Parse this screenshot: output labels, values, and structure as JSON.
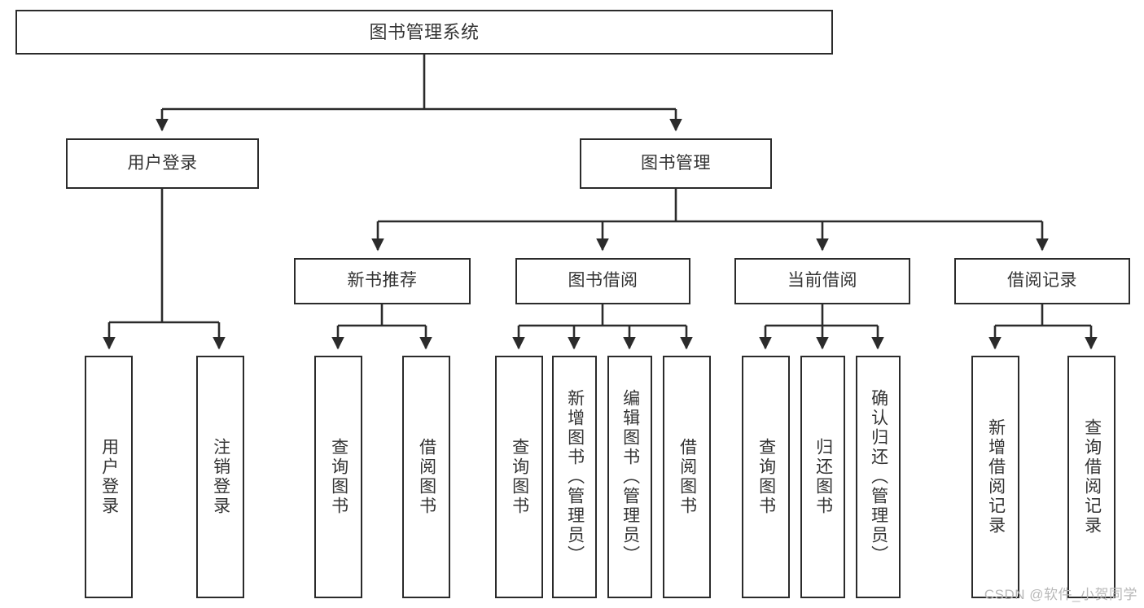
{
  "diagram": {
    "title": "图书管理系统",
    "watermark": "CSDN @软件_小贺同学",
    "nodes": {
      "root": {
        "label": "图书管理系统"
      },
      "level2": [
        {
          "id": "user-login",
          "label": "用户登录"
        },
        {
          "id": "book-manage",
          "label": "图书管理"
        }
      ],
      "level3": [
        {
          "id": "new-book-recommend",
          "label": "新书推荐"
        },
        {
          "id": "book-borrow",
          "label": "图书借阅"
        },
        {
          "id": "current-borrow",
          "label": "当前借阅"
        },
        {
          "id": "borrow-record",
          "label": "借阅记录"
        }
      ],
      "leaves": {
        "user_login": [
          {
            "id": "leaf-user-login",
            "label": "用户登录"
          },
          {
            "id": "leaf-logout",
            "label": "注销登录"
          }
        ],
        "new_book_recommend": [
          {
            "id": "leaf-query-book-1",
            "label": "查询图书"
          },
          {
            "id": "leaf-borrow-book-1",
            "label": "借阅图书"
          }
        ],
        "book_borrow": [
          {
            "id": "leaf-query-book-2",
            "label": "查询图书"
          },
          {
            "id": "leaf-add-book",
            "label": "新增图书（管理员）"
          },
          {
            "id": "leaf-edit-book",
            "label": "编辑图书（管理员）"
          },
          {
            "id": "leaf-borrow-book-2",
            "label": "借阅图书"
          }
        ],
        "current_borrow": [
          {
            "id": "leaf-query-book-3",
            "label": "查询图书"
          },
          {
            "id": "leaf-return-book",
            "label": "归还图书"
          },
          {
            "id": "leaf-confirm-return",
            "label": "确认归还（管理员）"
          }
        ],
        "borrow_record": [
          {
            "id": "leaf-add-record",
            "label": "新增借阅记录"
          },
          {
            "id": "leaf-query-record",
            "label": "查询借阅记录"
          }
        ]
      }
    },
    "colors": {
      "border": "#2b2b2b",
      "text": "#333333",
      "background": "#ffffff",
      "watermark": "#b8b8b8"
    }
  }
}
